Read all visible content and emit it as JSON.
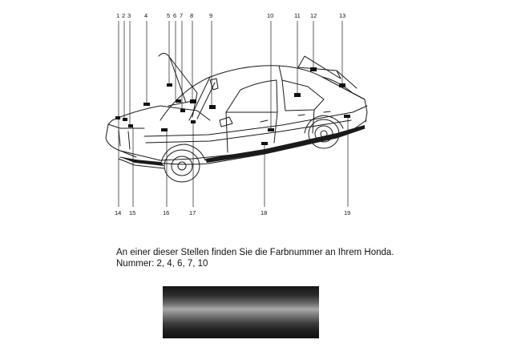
{
  "diagram": {
    "top_labels": [
      "1",
      "2",
      "3",
      "4",
      "5",
      "6",
      "7",
      "8",
      "9",
      "10",
      "11",
      "12",
      "13"
    ],
    "bottom_labels": [
      "14",
      "15",
      "16",
      "17",
      "18",
      "19"
    ]
  },
  "caption": {
    "line1": "An einer dieser Stellen finden Sie die Farbnummer an Ihrem Honda.",
    "line2": "Nummer: 2, 4, 6, 7, 10"
  },
  "swatch": {
    "colors": [
      "#141414",
      "#6e6e6e",
      "#a9a9a9",
      "#3a3a3a",
      "#121212"
    ]
  }
}
